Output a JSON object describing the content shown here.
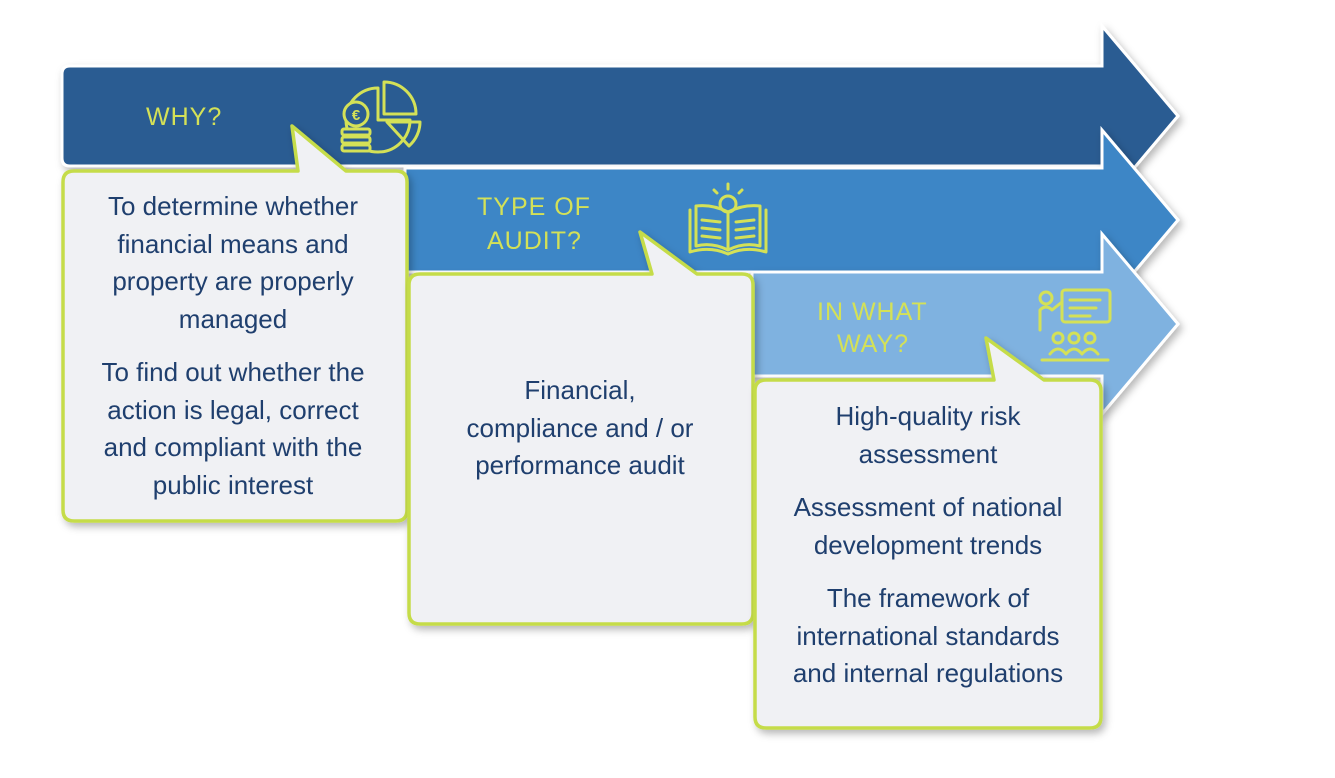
{
  "steps": [
    {
      "title_lines": [
        "WHY?"
      ],
      "icon": "euro-coins-pie-chart-icon",
      "bullets": [
        [
          "To determine whether",
          "financial means and",
          "property are properly",
          "managed"
        ],
        [
          "To find out whether the",
          "action is legal, correct",
          "and compliant with the",
          "public interest"
        ]
      ]
    },
    {
      "title_lines": [
        "TYPE OF",
        "AUDIT?"
      ],
      "icon": "open-book-lightbulb-icon",
      "bullets": [
        [
          "Financial,",
          "compliance and / or",
          "performance audit"
        ]
      ]
    },
    {
      "title_lines": [
        "IN WHAT",
        "WAY?"
      ],
      "icon": "presentation-audience-icon",
      "bullets": [
        [
          "High-quality risk",
          "assessment"
        ],
        [
          "Assessment of national",
          "development trends"
        ],
        [
          "The framework of",
          "international standards",
          "and internal regulations"
        ]
      ]
    }
  ],
  "colors": {
    "arrow1": "#2a5c92",
    "arrow2": "#3d86c6",
    "arrow3": "#7fb2e0",
    "accent": "#d4e157",
    "box_fill": "#f0f1f4",
    "box_border": "#c5dc48",
    "text": "#1f3f6e"
  }
}
